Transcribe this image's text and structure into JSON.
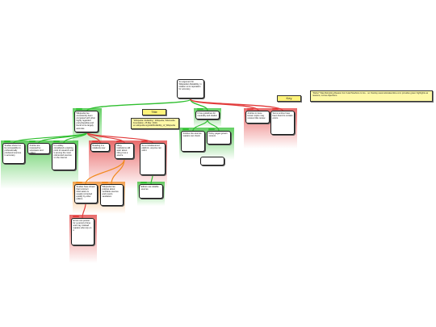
{
  "colors": {
    "pro": "#2fbf2f",
    "con": "#e23b3b",
    "objection": "#f28a1e",
    "line_grey": "#999999",
    "note_yellow": "#fff9a8"
  },
  "map": {
    "contention": "An argument for Wikipedia's Reliability, in relation to its reputation for accuracy",
    "tags": {
      "title_tag": "Title",
      "key_tag": "Key"
    },
    "notes": {
      "title_note": "\"Wikipedia: Reliability,\" Wikipedia, Wikimedia Foundation, 25 Mar. 2020, en.wikipedia.org/wiki/Reliability_of_Wikipedia",
      "key_note": "\"Rebut\" Was Rebutting Reason but I Had Nowhere to Go... so Overlay www.rationaleonline.com provides green highlights as reasons, red as objections."
    },
    "nodes": {
      "pro_main": "Wikipedia has consistently been compared with other highly regarded encyclopedias and found to be largely accurate",
      "pro_1": "Studies show it to be comparable to professionally produced sources in accuracy",
      "pro_2": "Articles are reviewed by volunteers and edited",
      "pro_3": "It is widely considered a starting point of research and is among the most referenced sources on the internet",
      "con_a": "Reading it is relatively new",
      "con_b": "Many institutions still warn about citing it as a source",
      "con_c": "As a crowdsourced platform, anyone can edit it",
      "obj_1": "Studies have shown that incorrect information is usually corrected quickly by other editors",
      "obj_2": "Wikipedia has policies about verifiable sources and reverts vandalism",
      "red_deep": "Errors can persist for a period of time and may mislead readers who rely on it",
      "green_mid": "Editors use reliable sources",
      "center_1": "It has guidelines for neutrality and citation",
      "center_2": "Articles cite sources readers can check",
      "center_3": "Policy pages govern content",
      "right_con1": "Articles on less-known topics may receive little review",
      "right_con2": "Some entries have been found to contain errors"
    }
  }
}
